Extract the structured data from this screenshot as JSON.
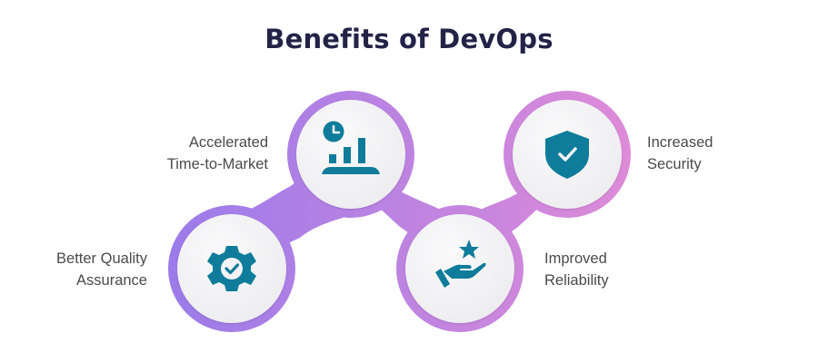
{
  "title": "Benefits of DevOps",
  "colors": {
    "title": "#232348",
    "label": "#4a4a4a",
    "icon": "#0E7C9A",
    "gradient_start": "#9B7BEA",
    "gradient_end": "#DE8BD8",
    "circle_fill": "#F1F1F3"
  },
  "benefits": [
    {
      "id": "quality",
      "line1": "Better Quality",
      "line2": "Assurance",
      "icon": "gear-check-icon",
      "position": "bottom-left"
    },
    {
      "id": "time-to-market",
      "line1": "Accelerated",
      "line2": "Time-to-Market",
      "icon": "clock-bar-chart-icon",
      "position": "top-middle"
    },
    {
      "id": "reliability",
      "line1": "Improved",
      "line2": "Reliability",
      "icon": "hand-star-icon",
      "position": "bottom-right"
    },
    {
      "id": "security",
      "line1": "Increased",
      "line2": "Security",
      "icon": "shield-check-icon",
      "position": "top-right"
    }
  ]
}
